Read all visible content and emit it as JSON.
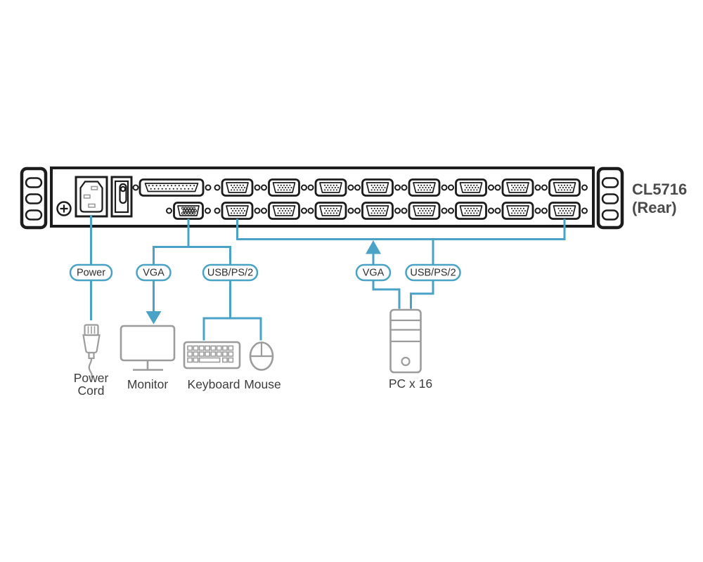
{
  "device": {
    "model": "CL5716",
    "view_label": "(Rear)"
  },
  "rear_panel": {
    "kvm_port_rows": 2,
    "kvm_ports_per_row": 8,
    "total_kvm_ports": 16
  },
  "connection_labels": {
    "console_power": "Power",
    "console_vga": "VGA",
    "console_usb_ps2": "USB/PS/2",
    "pc_vga": "VGA",
    "pc_usb_ps2": "USB/PS/2"
  },
  "peripheral_labels": {
    "power_cord": [
      "Power",
      "Cord"
    ],
    "monitor": "Monitor",
    "keyboard": "Keyboard",
    "mouse": "Mouse",
    "pc_group": "PC x 16"
  },
  "icons": [
    "rack-ear-icon",
    "grounding-screw-icon",
    "power-inlet-icon",
    "power-switch-icon",
    "db25-console-port-icon",
    "vga-console-port-icon",
    "vga-kvm-port-icon",
    "down-arrow-icon",
    "up-arrow-icon",
    "power-cord-icon",
    "monitor-icon",
    "keyboard-icon",
    "mouse-icon",
    "pc-tower-icon"
  ],
  "colors": {
    "accent_blue": "#4AA3C7",
    "panel_outline": "#1C1C1C",
    "peripheral_gray": "#9C9C9C",
    "label_text": "#3C3C3C",
    "model_text": "#4B4B4B"
  }
}
